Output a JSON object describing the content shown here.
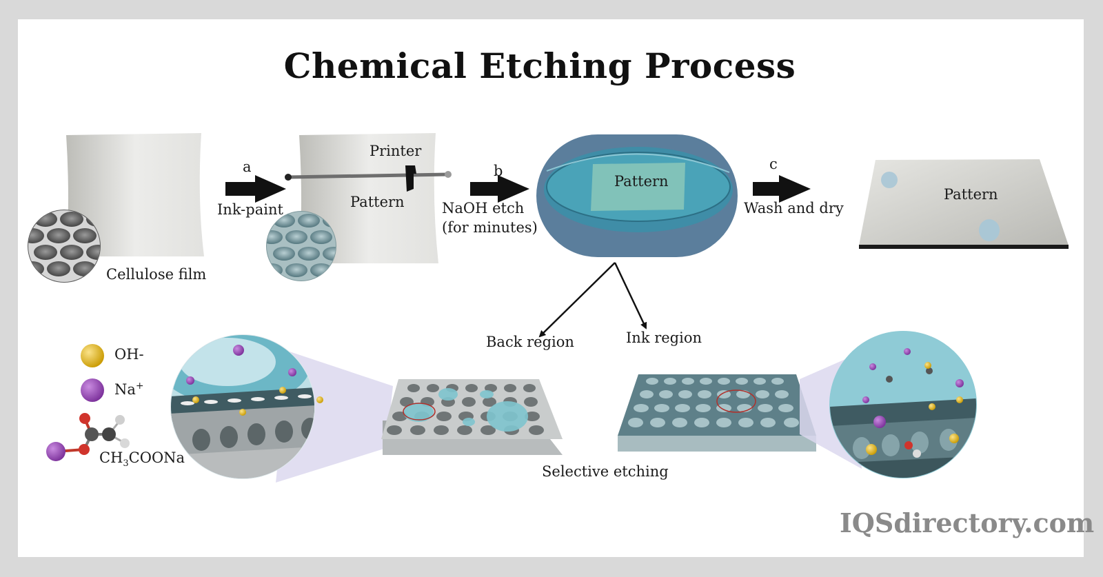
{
  "title": "Chemical Etching Process",
  "steps": {
    "a": "a",
    "b": "b",
    "c": "c",
    "ink_paint": "Ink-paint",
    "naoh_line1": "NaOH etch",
    "naoh_line2": "(for minutes)",
    "wash": "Wash and dry"
  },
  "labels": {
    "cellulose": "Cellulose film",
    "printer": "Printer",
    "pattern_film": "Pattern",
    "pattern_dish": "Pattern",
    "pattern_final": "Pattern",
    "back_region": "Back region",
    "ink_region": "Ink region",
    "selective": "Selective etching"
  },
  "legend": {
    "oh": "OH-",
    "na": "Na",
    "na_sup": "+",
    "acetate_a": "CH",
    "acetate_sub": "3",
    "acetate_b": "COONa"
  },
  "watermark": "IQSdirectory.com",
  "colors": {
    "oh_ball": "#e8b400",
    "na_ball": "#8e44ad",
    "etch_liquid": "#4aa3b8",
    "film_grey": "#dcdcdc",
    "arrow": "#111111"
  }
}
